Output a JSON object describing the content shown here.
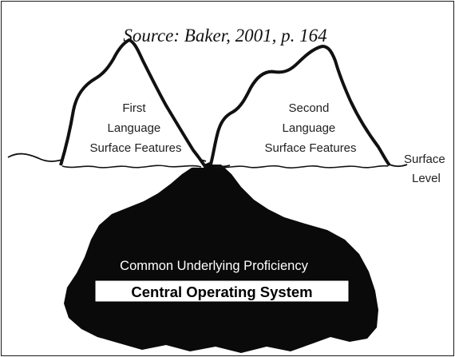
{
  "source": "Source: Baker, 2001, p. 164",
  "first_peak": [
    "First",
    "Language",
    "Surface Features"
  ],
  "second_peak": [
    "Second",
    "Language",
    "Surface Features"
  ],
  "surface_level": [
    "Surface",
    "Level"
  ],
  "common_underlying": "Common Underlying Proficiency",
  "central_operating": "Central Operating System",
  "colors": {
    "iceberg": "#0a0a0a",
    "outline": "#111111",
    "background": "#ffffff"
  }
}
